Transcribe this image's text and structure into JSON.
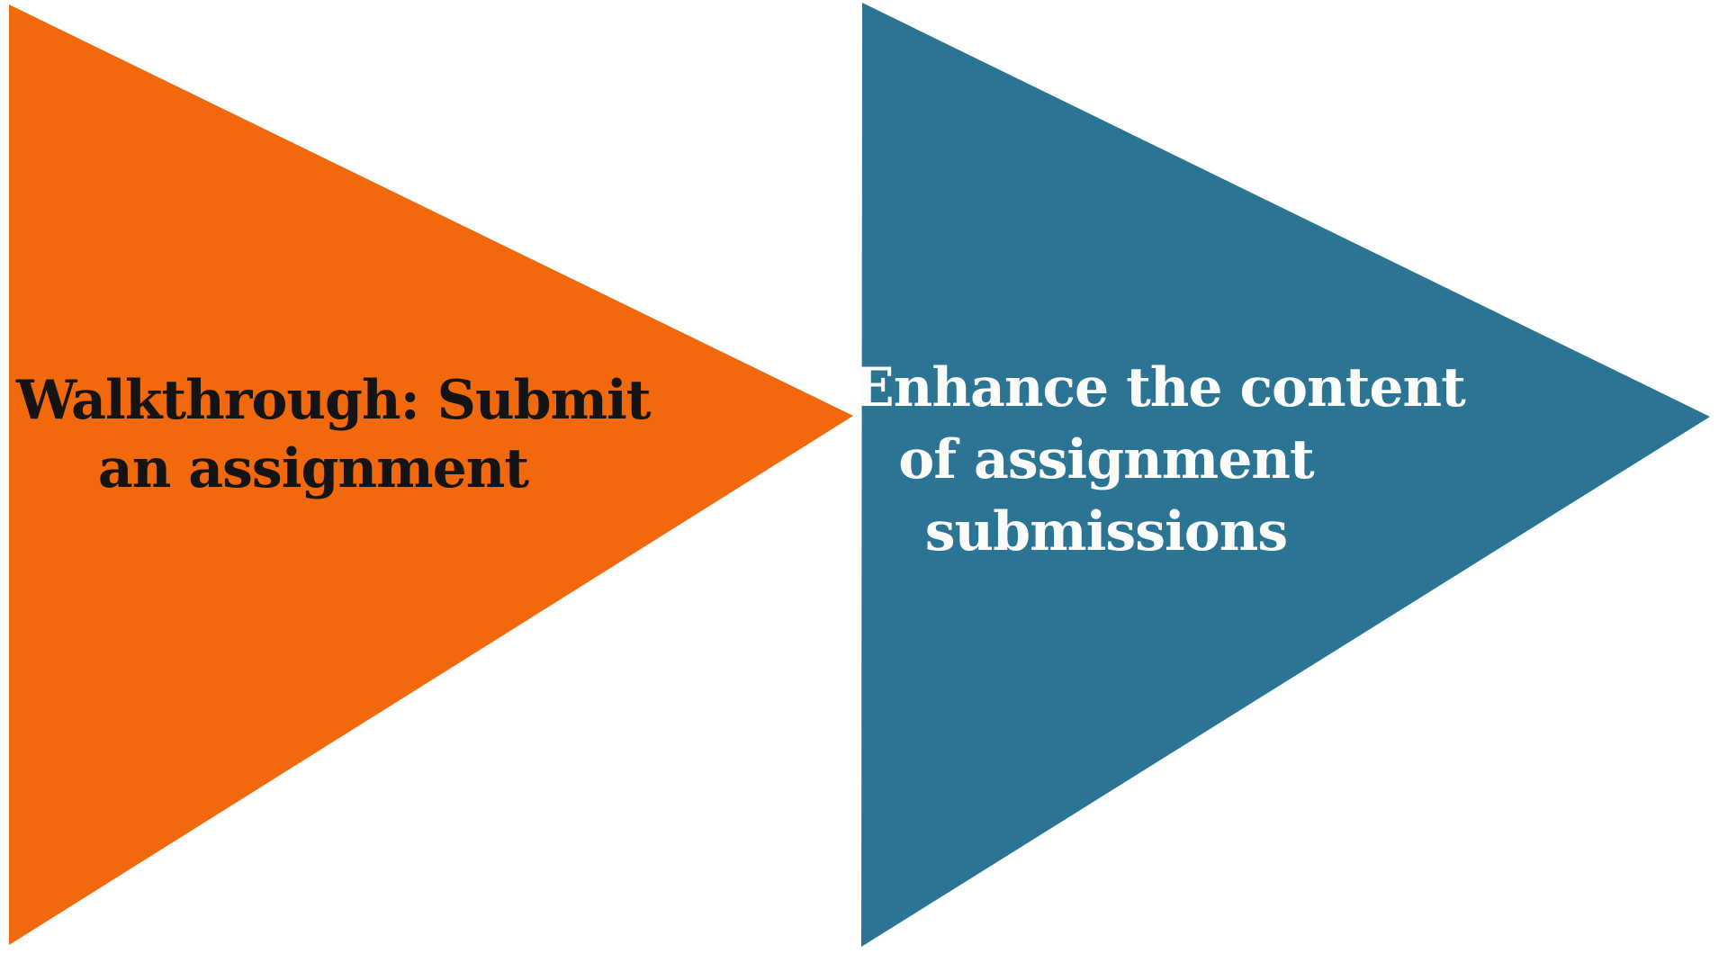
{
  "slide": {
    "background_color": "#FFFFFF",
    "left_arrow": {
      "shape": "right-pointing-triangle",
      "color": "#F2690D",
      "text_color": "#141414",
      "label": "Walkthrough: Submit an assignment",
      "label_lines": [
        "Walkthrough: Submit",
        "an assignment"
      ]
    },
    "right_arrow": {
      "shape": "right-pointing-triangle",
      "color": "#2B7494",
      "text_color": "#FBFBF9",
      "label": "Enhance the content of assignment submissions",
      "label_lines": [
        "Enhance the content",
        "of assignment",
        "submissions"
      ]
    }
  }
}
